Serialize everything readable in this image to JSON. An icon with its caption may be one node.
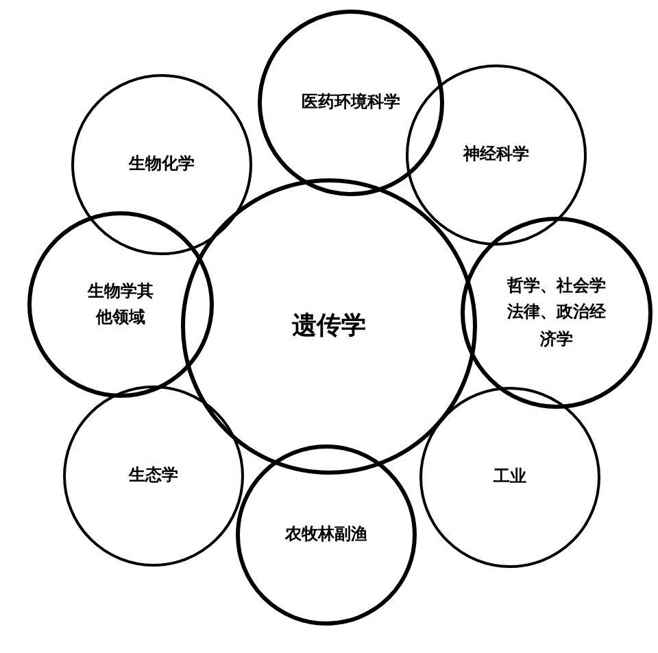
{
  "diagram": {
    "nodes": [
      {
        "text": [
          "医药环境科学"
        ]
      },
      {
        "text": [
          "生物化学"
        ]
      },
      {
        "text": [
          "神经科学"
        ]
      },
      {
        "text": [
          "遗传学"
        ]
      },
      {
        "text": [
          "生物学其他领域"
        ]
      },
      {
        "text": [
          "哲学、社会学法律、政治经济学"
        ]
      },
      {
        "text": [
          "生态学"
        ]
      },
      {
        "text": [
          "工业"
        ]
      },
      {
        "text": [
          "农牧林副渔"
        ]
      }
    ]
  }
}
